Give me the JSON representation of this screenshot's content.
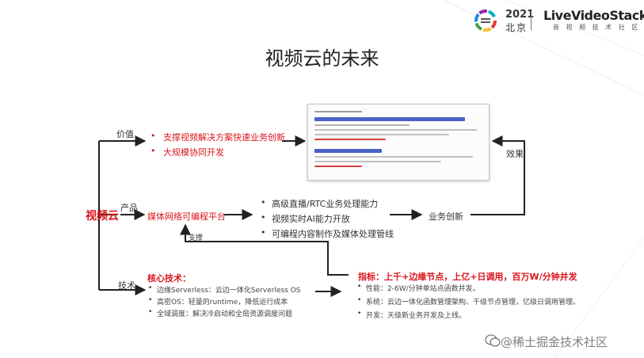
{
  "header": {
    "year": "2021",
    "city": "北京",
    "brand": "LiveVideoStack",
    "brand_subtitle": "音 视 频 技 术 社 区"
  },
  "title": "视频云的未来",
  "center": "视频云",
  "value": {
    "label": "价值",
    "items": [
      "支撑视频解决方案快速业务创新",
      "大规模协同开发"
    ]
  },
  "product": {
    "label": "产品",
    "platform": "媒体网络可编程平台",
    "capabilities": [
      "高级直播/RTC业务处理能力",
      "视频实时AI能力开放",
      "可编程内容制作及媒体处理管线"
    ],
    "innovation": "业务创新",
    "effect_label": "效果",
    "support_label": "支撑"
  },
  "tech": {
    "label": "技术",
    "core_title": "核心技术：",
    "core_items": [
      "边缘Serverless：云边一体化Serverless OS",
      "高密OS：轻量的runtime，降低运行成本",
      "全域调度：解决冷启动和全局资源调度问题"
    ],
    "metrics_label": "指标：",
    "metrics_title": "上千+边缘节点，上亿+日调用，百万W/分钟并发",
    "metrics_items": [
      "性能：2-6W/分钟单站点函数并发。",
      "系统：云边一体化函数管理架构、千级节点管理，亿级日调用管理。",
      "开发：天级新业务开发及上线。"
    ]
  },
  "watermark": "@稀土掘金技术社区"
}
